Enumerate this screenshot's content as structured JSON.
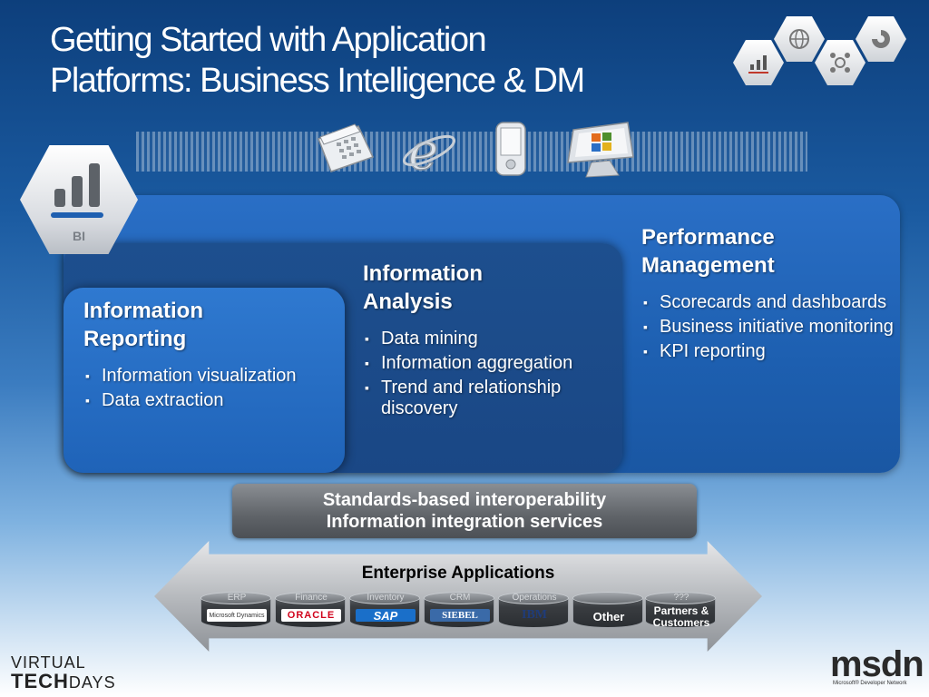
{
  "title_line1": "Getting Started with Application",
  "title_line2": "Platforms: Business Intelligence & DM",
  "top_icons": [
    "bar-chart-icon",
    "globe-icon",
    "network-icon",
    "swirl-icon"
  ],
  "devices": [
    "phone-icon",
    "internet-explorer-icon",
    "pda-icon",
    "monitor-office-icon"
  ],
  "bi_label": "BI",
  "panels": {
    "reporting": {
      "title_line1": "Information",
      "title_line2": "Reporting",
      "items": [
        "Information visualization",
        "Data extraction"
      ]
    },
    "analysis": {
      "title_line1": "Information",
      "title_line2": "Analysis",
      "items": [
        "Data mining",
        "Information aggregation",
        "Trend and relationship discovery"
      ]
    },
    "performance": {
      "title_line1": "Performance",
      "title_line2": "Management",
      "items": [
        "Scorecards and dashboards",
        "Business initiative monitoring",
        "KPI reporting"
      ]
    }
  },
  "interop": {
    "line1": "Standards-based interoperability",
    "line2": "Information integration services"
  },
  "enterprise": {
    "title": "Enterprise Applications",
    "databases": [
      {
        "label": "ERP",
        "logo": "Microsoft Dynamics"
      },
      {
        "label": "Finance",
        "logo": "ORACLE"
      },
      {
        "label": "Inventory",
        "logo": "SAP"
      },
      {
        "label": "CRM",
        "logo": "SIEBEL"
      },
      {
        "label": "Operations",
        "logo": "IBM"
      },
      {
        "label": "",
        "logo": "Other"
      },
      {
        "label": "???",
        "logo": "Partners & Customers"
      }
    ]
  },
  "footer": {
    "vtd_line1": "VIRTUAL",
    "vtd_tech": "TECH",
    "vtd_days": "DAYS",
    "msdn": "msdn",
    "msdn_sub": "Microsoft® Developer Network"
  }
}
